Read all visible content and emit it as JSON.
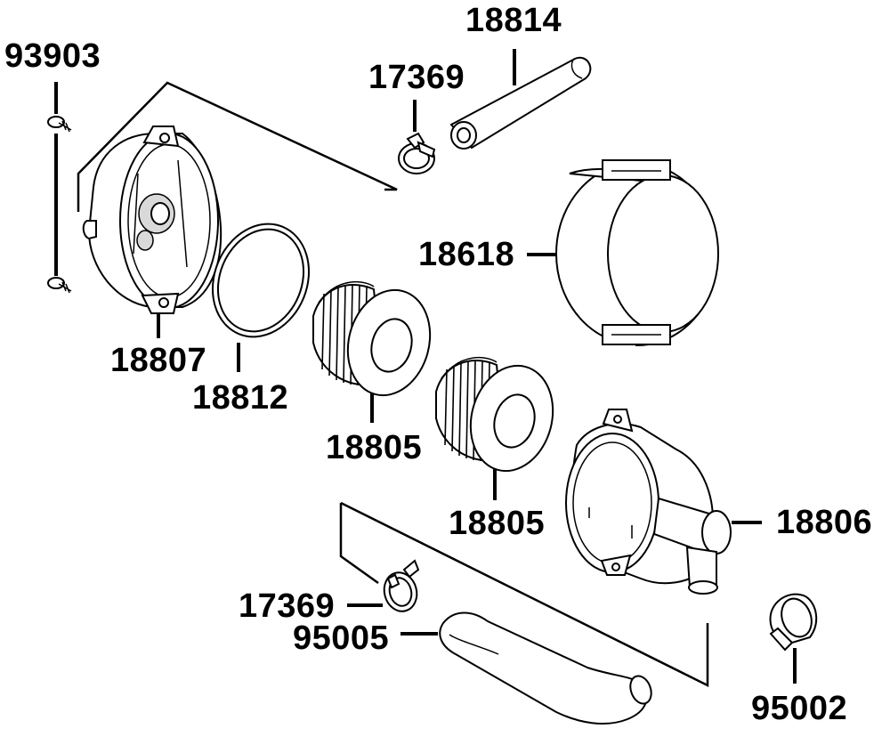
{
  "labels": {
    "p93903": "93903",
    "p17369_top": "17369",
    "p18814": "18814",
    "p18618": "18618",
    "p18807": "18807",
    "p18812": "18812",
    "p18805_a": "18805",
    "p18805_b": "18805",
    "p18806": "18806",
    "p17369_bottom": "17369",
    "p95005": "95005",
    "p95002": "95002"
  }
}
